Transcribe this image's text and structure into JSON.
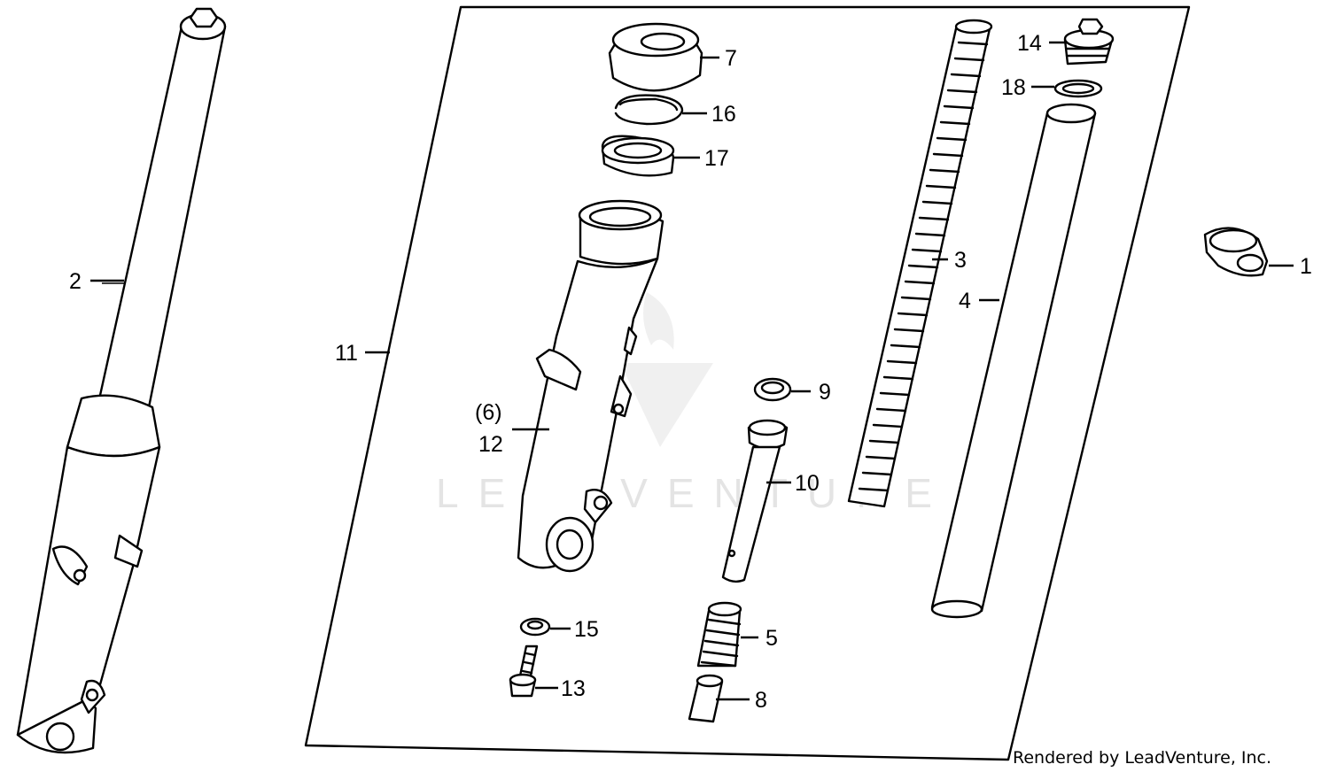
{
  "diagram": {
    "callouts": {
      "c1": "1",
      "c2": "2",
      "c3": "3",
      "c4": "4",
      "c5": "5",
      "c6": "(6)",
      "c7": "7",
      "c8": "8",
      "c9": "9",
      "c10": "10",
      "c11": "11",
      "c12": "12",
      "c13": "13",
      "c14": "14",
      "c15": "15",
      "c16": "16",
      "c17": "17",
      "c18": "18"
    },
    "watermark": "LEADVENTURE",
    "credit": "Rendered by LeadVenture, Inc."
  },
  "colors": {
    "line": "#000000",
    "background": "#ffffff",
    "watermark": "#e4e4e4"
  }
}
